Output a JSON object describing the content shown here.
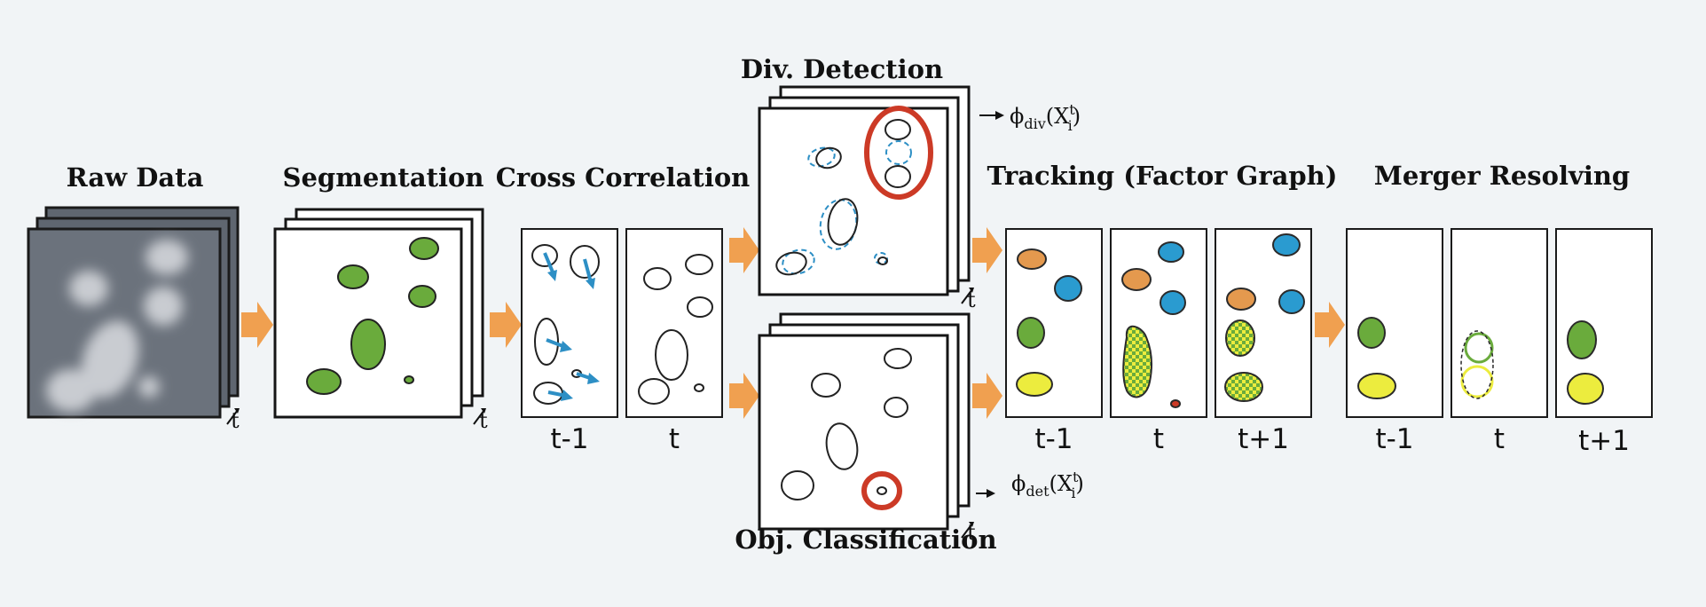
{
  "stages": {
    "raw": "Raw Data",
    "seg": "Segmentation",
    "cross": "Cross Correlation",
    "div": "Div. Detection",
    "obj": "Obj. Classification",
    "track": "Tracking (Factor Graph)",
    "merge": "Merger Resolving"
  },
  "time_labels": {
    "t_stack": "t",
    "cross": [
      "t-1",
      "t"
    ],
    "track": [
      "t-1",
      "t",
      "t+1"
    ],
    "merge": [
      "t-1",
      "t",
      "t+1"
    ]
  },
  "formulas": {
    "div": {
      "phi": "ϕ",
      "sub": "div",
      "rest": "(X",
      "sup": "t",
      "idx": "i",
      "close": ")"
    },
    "det": {
      "phi": "ϕ",
      "sub": "det",
      "rest": "(X",
      "sup": "t",
      "idx": "i",
      "close": ")"
    }
  },
  "colors": {
    "flow_arrow": "#f0a050",
    "background": "#f1f4f6",
    "cell_green": "#6aab3c",
    "cell_orange": "#e4994e",
    "cell_blue": "#2a9bd0",
    "cell_yellow": "#ecec3e",
    "detection_red": "#cc3a26",
    "motion_cyan": "#2d8fc5"
  }
}
